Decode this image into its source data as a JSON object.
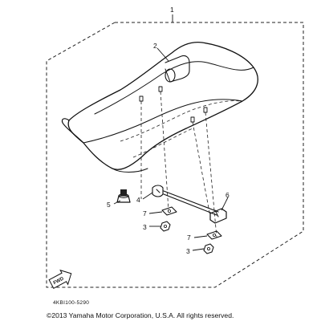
{
  "diagram": {
    "callouts": [
      {
        "label": "1",
        "part": "seat-assembly"
      },
      {
        "label": "2",
        "part": "seat-handle-strap"
      },
      {
        "label": "3",
        "part": "nut-left"
      },
      {
        "label": "3",
        "part": "nut-right"
      },
      {
        "label": "4",
        "part": "bracket-clip"
      },
      {
        "label": "5",
        "part": "damper"
      },
      {
        "label": "6",
        "part": "seat-lock-plate"
      },
      {
        "label": "7",
        "part": "washer-plate-left"
      },
      {
        "label": "7",
        "part": "washer-plate-right"
      }
    ],
    "fwd_label": "FWD",
    "drawing_code": "4KBI100-5290",
    "copyright": "©2013 Yamaha Motor Corporation, U.S.A. All rights reserved."
  }
}
